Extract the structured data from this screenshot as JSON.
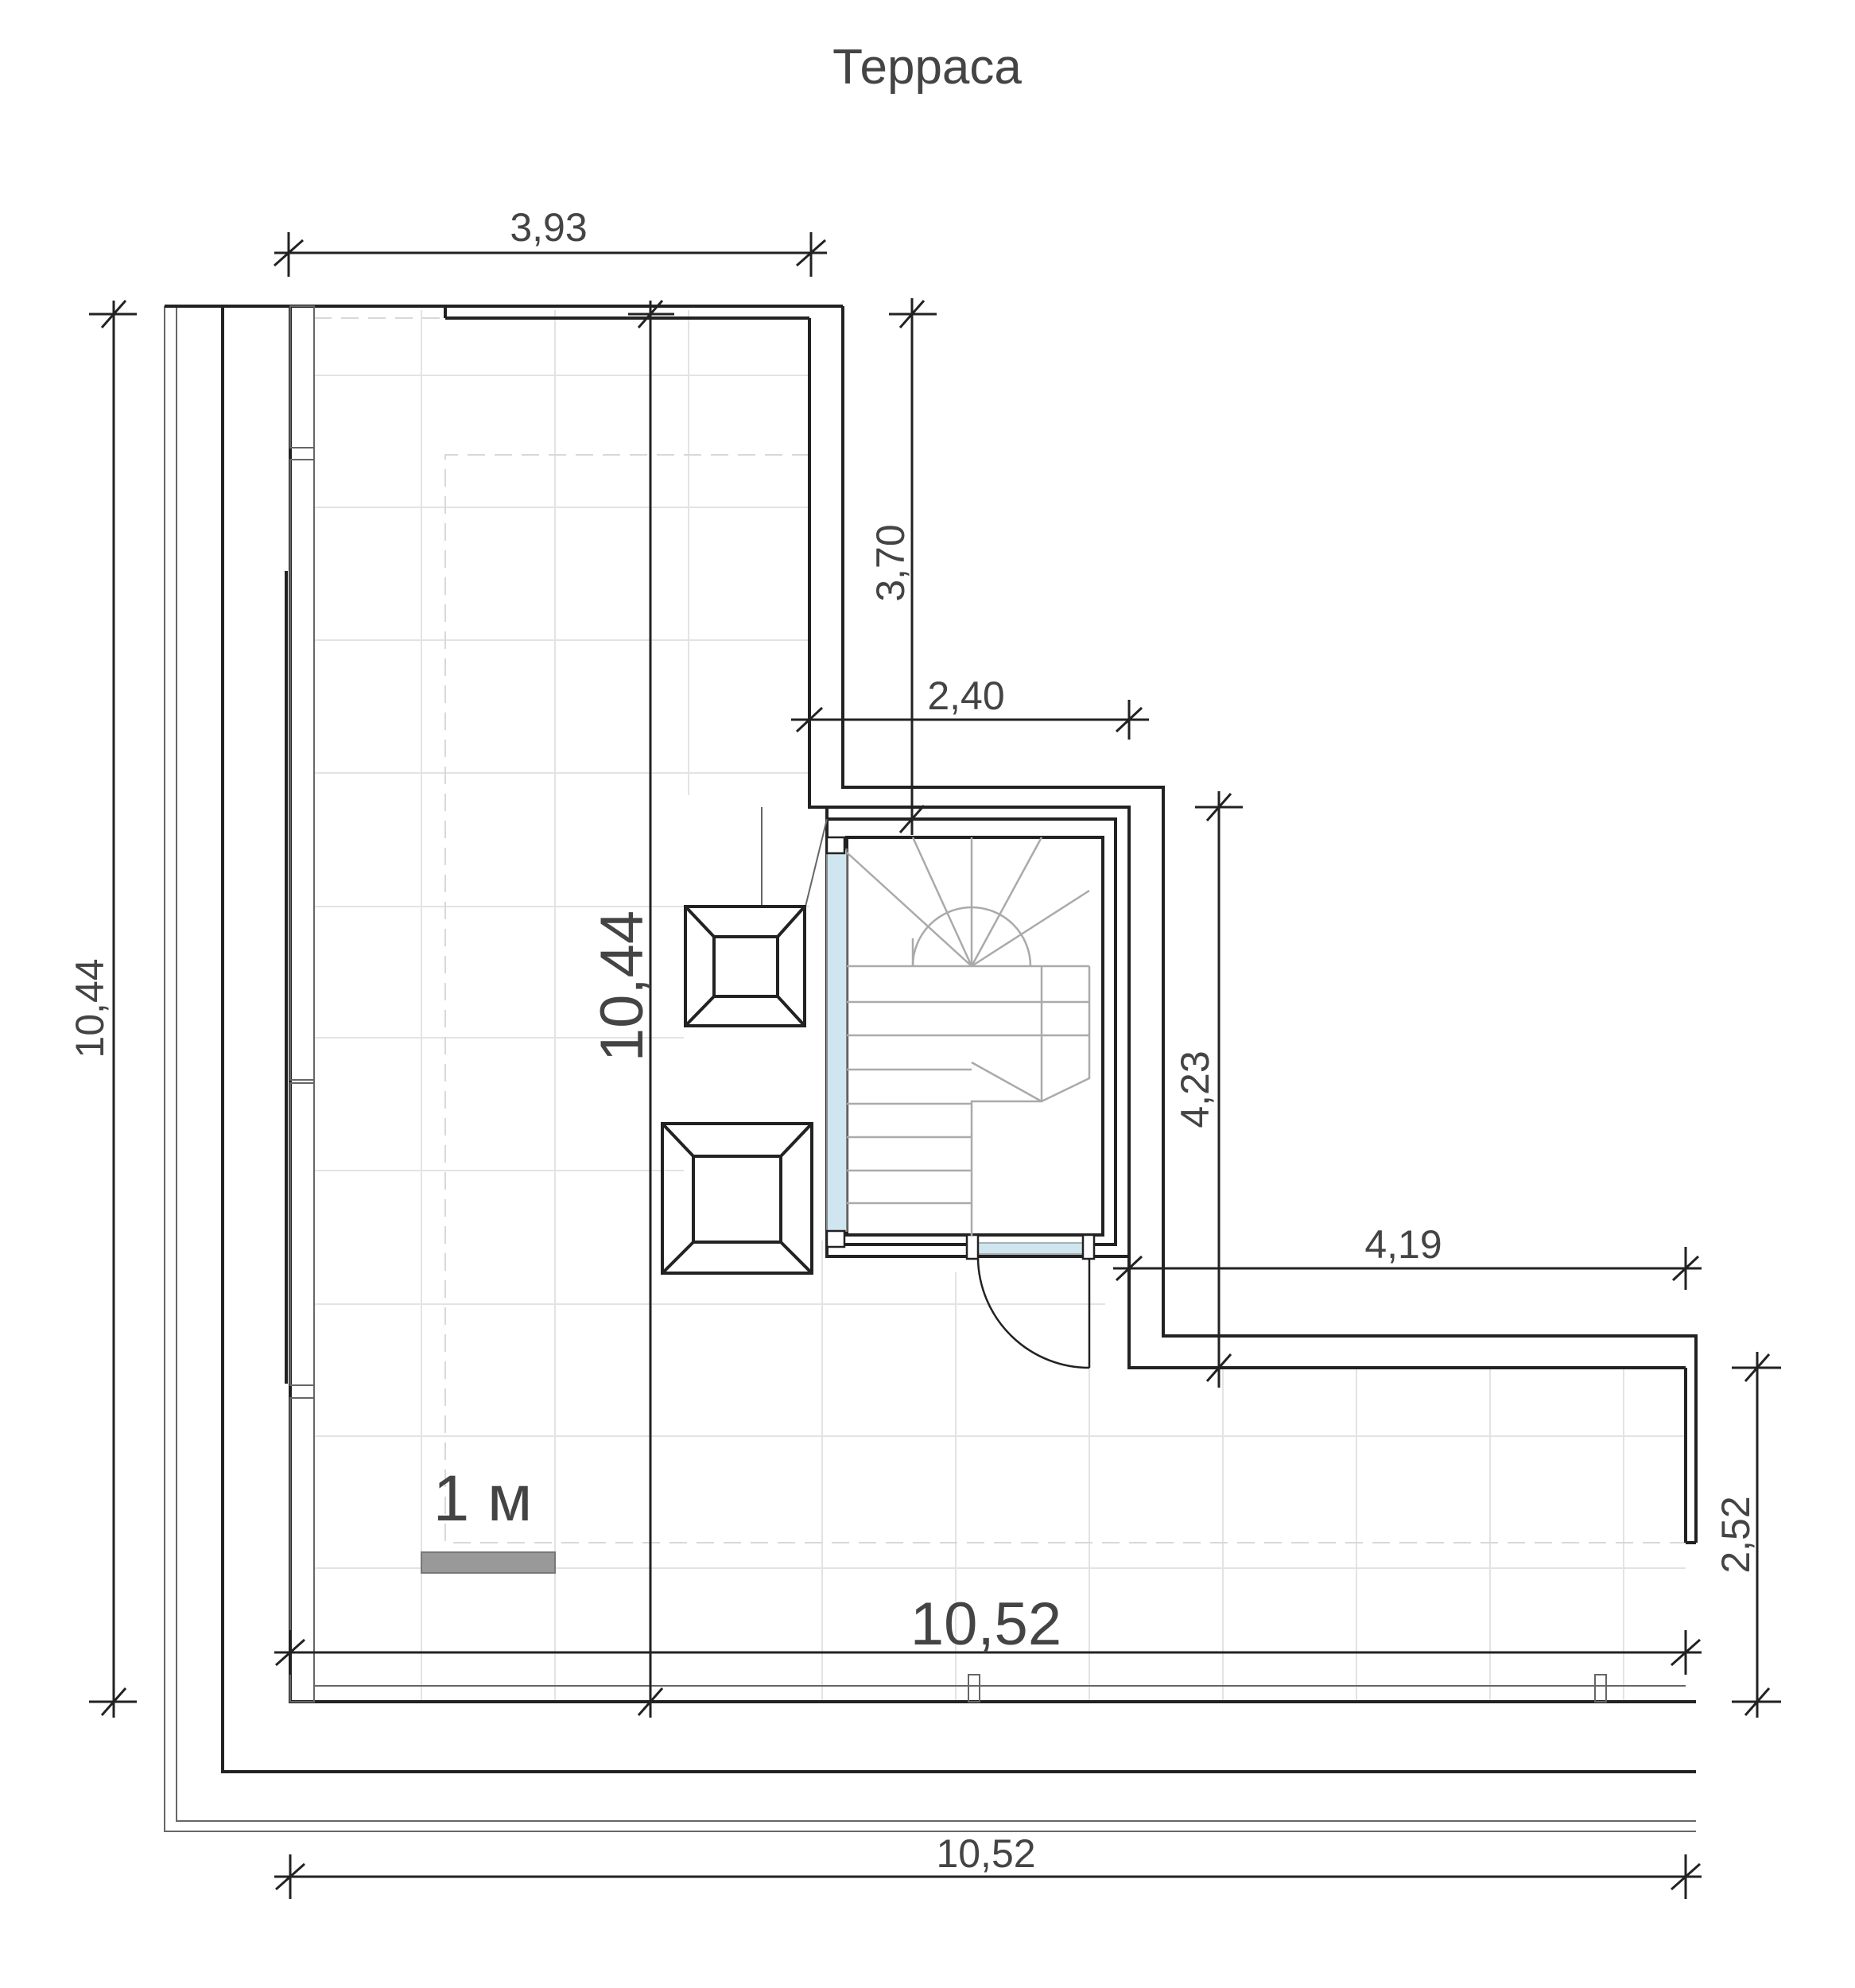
{
  "title": "Терраса",
  "scale_bar": {
    "label": "1 м"
  },
  "dimensions": {
    "top_width": "3,93",
    "left_height": "10,44",
    "center_height": "10,44",
    "notch_depth": "3,70",
    "notch_width": "2,40",
    "stair_block_height": "4,23",
    "right_wing_width": "4,19",
    "right_wing_height": "2,52",
    "inner_bottom_width": "10,52",
    "outer_bottom_width": "10,52"
  },
  "colors": {
    "line": "#222222",
    "text": "#444444",
    "grid": "#e3e3e3",
    "glass": "#cfe6f0",
    "scale_bar": "#999999"
  }
}
